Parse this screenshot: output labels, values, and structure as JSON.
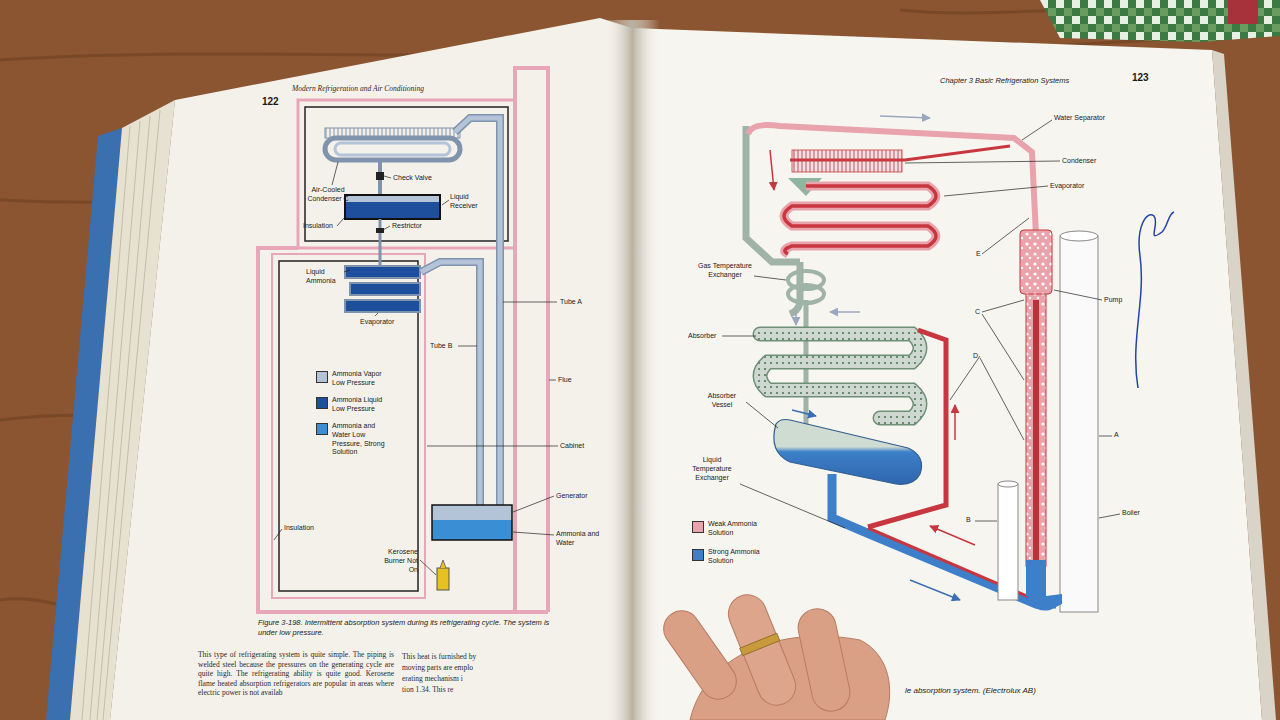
{
  "diagram": {
    "caption": "Figure 3-198. Intermittent absorption system during its refrigerating cycle. The system is under low pressure.",
    "labels": [
      "122",
      "Modern Refrigeration and Air Conditioning",
      "Air-Cooled Condenser C",
      "Check Valve",
      "Liquid Receiver",
      "Insulation",
      "Restrictor",
      "Liquid Ammonia",
      "Evaporator",
      "Tube A",
      "Tube B",
      "Flue",
      "Cabinet",
      "Generator",
      "Ammonia and Water",
      "Kerosene Burner Not On",
      "Insulation",
      "This type of refrigerating system is quite simple. The piping is welded steel because the pressures on the generating cycle are quite high. The refrigerating ability is quite good. Kerosene flame heated absorption refrigerators are popular in areas where electric power is not availab",
      "This heat is furnished by",
      "moving parts are emplo",
      "erating mechanism i",
      "tion 1.34. This re",
      "Chapter 3 Basic Refrigeration Systems",
      "123",
      "Water Separator",
      "Condenser",
      "Evaporator",
      "E",
      "Pump",
      "C",
      "D",
      "Gas Temperature Exchanger",
      "Absorber",
      "Absorber Vessel",
      "Liquid Temperature Exchanger",
      "A",
      "B",
      "Boiler",
      "le absorption system. (Electrolux AB)"
    ],
    "legend": [
      {
        "text": "Ammonia Vapor Low Pressure",
        "color": "#b4c4d8"
      },
      {
        "text": "Ammonia Liquid Low Pressure",
        "color": "#1d4f9c"
      },
      {
        "text": "Ammonia and Water Low Pressure, Strong Solution",
        "color": "#3a8fd4"
      },
      {
        "text": "Weak Ammonia Solution",
        "color": "#e9a3ad"
      },
      {
        "text": "Strong Ammonia Solution",
        "color": "#3d7fc9"
      }
    ]
  }
}
